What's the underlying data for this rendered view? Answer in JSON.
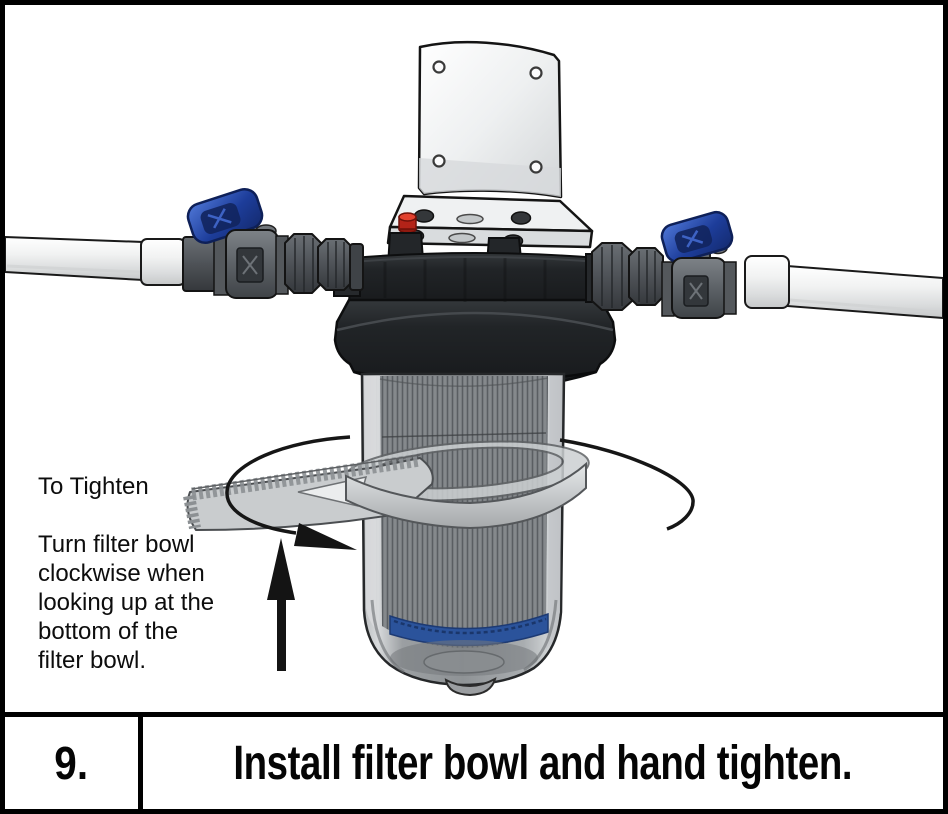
{
  "caption": {
    "step_number": "9.",
    "text": "Install filter bowl and hand tighten."
  },
  "annotation": {
    "heading": "To Tighten",
    "lines": [
      "Turn filter bowl",
      "clockwise when",
      "looking up at the",
      "bottom of the",
      "filter bowl."
    ]
  },
  "figure": {
    "colors": {
      "valve_handle_blue": "#2a4fae",
      "cartridge_ring_blue": "#2b539b",
      "pressure_release_red": "#c6281b",
      "line_black": "#141414"
    }
  }
}
